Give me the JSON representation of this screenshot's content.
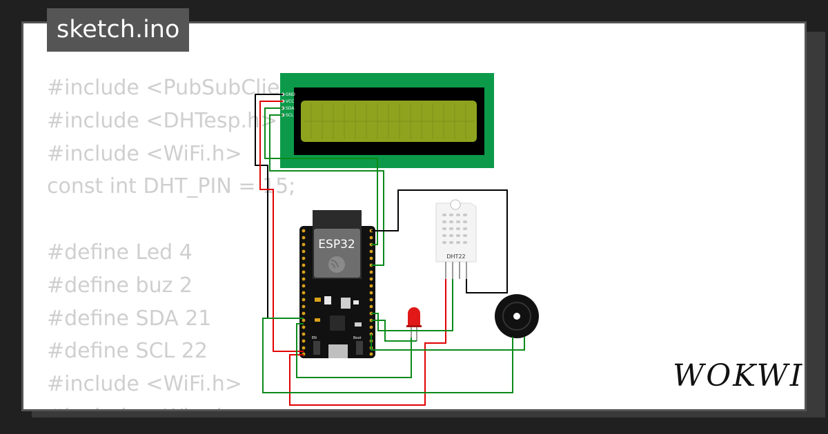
{
  "tab": {
    "filename": "sketch.ino"
  },
  "code": {
    "lines": [
      "#include <PubSubClient.h>",
      "#include <DHTesp.h>",
      "#include <WiFi.h>",
      "const int DHT_PIN = 15;",
      "",
      "#define Led 4",
      "#define buz 2",
      "#define SDA 21",
      "#define SCL 22",
      "#include <WiFi.h>",
      "#include <Wire.h>"
    ]
  },
  "lcd": {
    "pins": [
      "GND",
      "VCC",
      "SDA",
      "SCL"
    ],
    "backlight_color": "#8fa31f",
    "board_color": "#0c9a4a"
  },
  "esp32": {
    "label": "ESP32",
    "buttons": [
      "EN",
      "Boot"
    ]
  },
  "dht": {
    "label": "DHT22"
  },
  "led": {
    "color": "#e01818"
  },
  "wires": {
    "gnd": "#000000",
    "vcc": "#e00000",
    "data": "#0a8a1a"
  },
  "brand": {
    "logo": "WOKWI"
  }
}
